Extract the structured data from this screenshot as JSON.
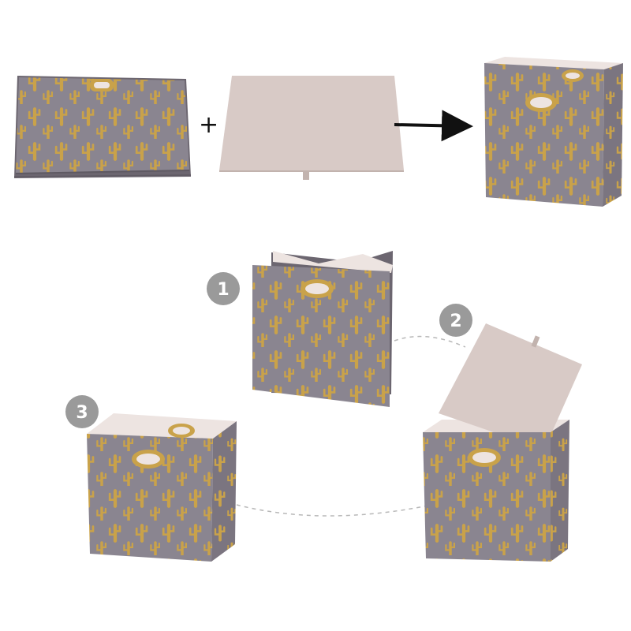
{
  "colors": {
    "fabric_gray": "#8a8590",
    "fabric_gray_side": "#7b7580",
    "fabric_gray_dark": "#6c6670",
    "gold": "#c9a24a",
    "gold_light": "#e8c978",
    "insert_board": "#d8cac6",
    "insert_board_dark": "#c2b3ae",
    "interior": "#ede4e1",
    "arrow": "#111111",
    "dashed_line": "#b8b8b8",
    "badge_gray": "#9a9a9a"
  },
  "top_row": {
    "plus_symbol": "+",
    "items": [
      "folded-bin",
      "insert-board",
      "assembled-bin"
    ]
  },
  "steps": [
    {
      "label": "1",
      "item": "unfolding-bin"
    },
    {
      "label": "2",
      "item": "inserting-board"
    },
    {
      "label": "3",
      "item": "finished-bin"
    }
  ],
  "icons": [
    "cactus-pattern-icon",
    "handle-icon",
    "arrow-icon"
  ]
}
